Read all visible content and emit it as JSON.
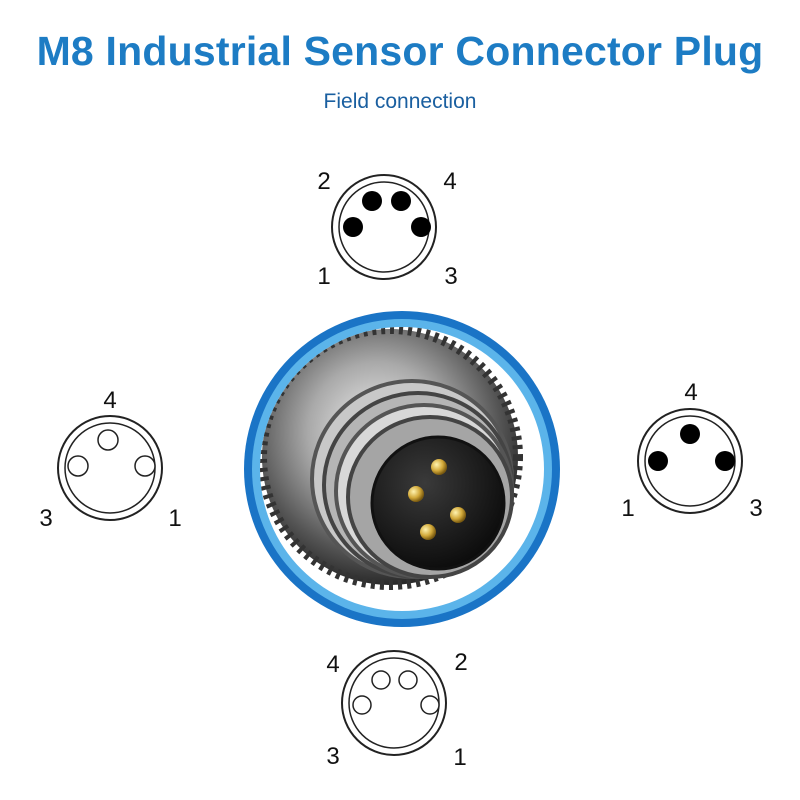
{
  "header": {
    "title": "M8 Industrial Sensor Connector Plug",
    "subtitle": "Field connection"
  },
  "colors": {
    "title": "#1d7cc4",
    "subtitle": "#1a5fa0",
    "ring_outer": "#1a74c6",
    "ring_inner": "#5bb4ea",
    "pin_solid": "#000000"
  },
  "pinouts": {
    "top": {
      "labels": [
        "2",
        "4",
        "1",
        "3"
      ],
      "pin_style": "male-solid"
    },
    "left": {
      "labels": [
        "4",
        "3",
        "1"
      ],
      "pin_style": "female-hollow"
    },
    "right": {
      "labels": [
        "4",
        "1",
        "3"
      ],
      "pin_style": "male-solid"
    },
    "bottom": {
      "labels": [
        "4",
        "2",
        "3",
        "1"
      ],
      "pin_style": "female-hollow"
    }
  }
}
